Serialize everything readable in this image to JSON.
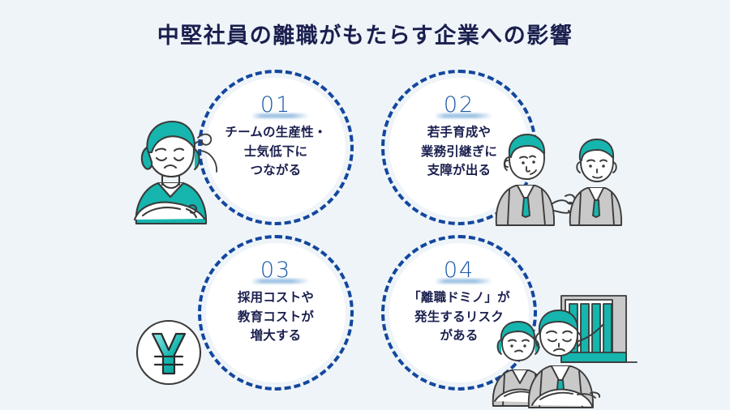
{
  "page": {
    "title": "中堅社員の離職がもたらす企業への影響",
    "background_color": "#eef4f8",
    "title_color": "#1a1f4e",
    "accent_navy": "#13479e",
    "accent_teal": "#16b5ae",
    "number_color": "#1c5aa8",
    "body_text_color": "#1a1f4e"
  },
  "nodes": [
    {
      "number": "01",
      "lines": [
        "チームの生産性・",
        "士気低下に",
        "つながる"
      ],
      "text": "チームの生産性・士気低下につながる"
    },
    {
      "number": "02",
      "lines": [
        "若手育成や",
        "業務引継ぎに",
        "支障が出る"
      ],
      "text": "若手育成や業務引継ぎに支障が出る"
    },
    {
      "number": "03",
      "lines": [
        "採用コストや",
        "教育コストが",
        "増大する"
      ],
      "text": "採用コストや教育コストが増大する"
    },
    {
      "number": "04",
      "lines": [
        "「離職ドミノ」が",
        "発生するリスク",
        "がある"
      ],
      "text": "「離職ドミノ」が発生するリスクがある"
    }
  ],
  "illustrations": [
    {
      "name": "tired-woman-illustration",
      "near_node": "01"
    },
    {
      "name": "two-businessmen-illustration",
      "near_node": "02"
    },
    {
      "name": "yen-coin-icon",
      "near_node": "03"
    },
    {
      "name": "worried-pair-with-declining-chart-illustration",
      "near_node": "04"
    }
  ]
}
